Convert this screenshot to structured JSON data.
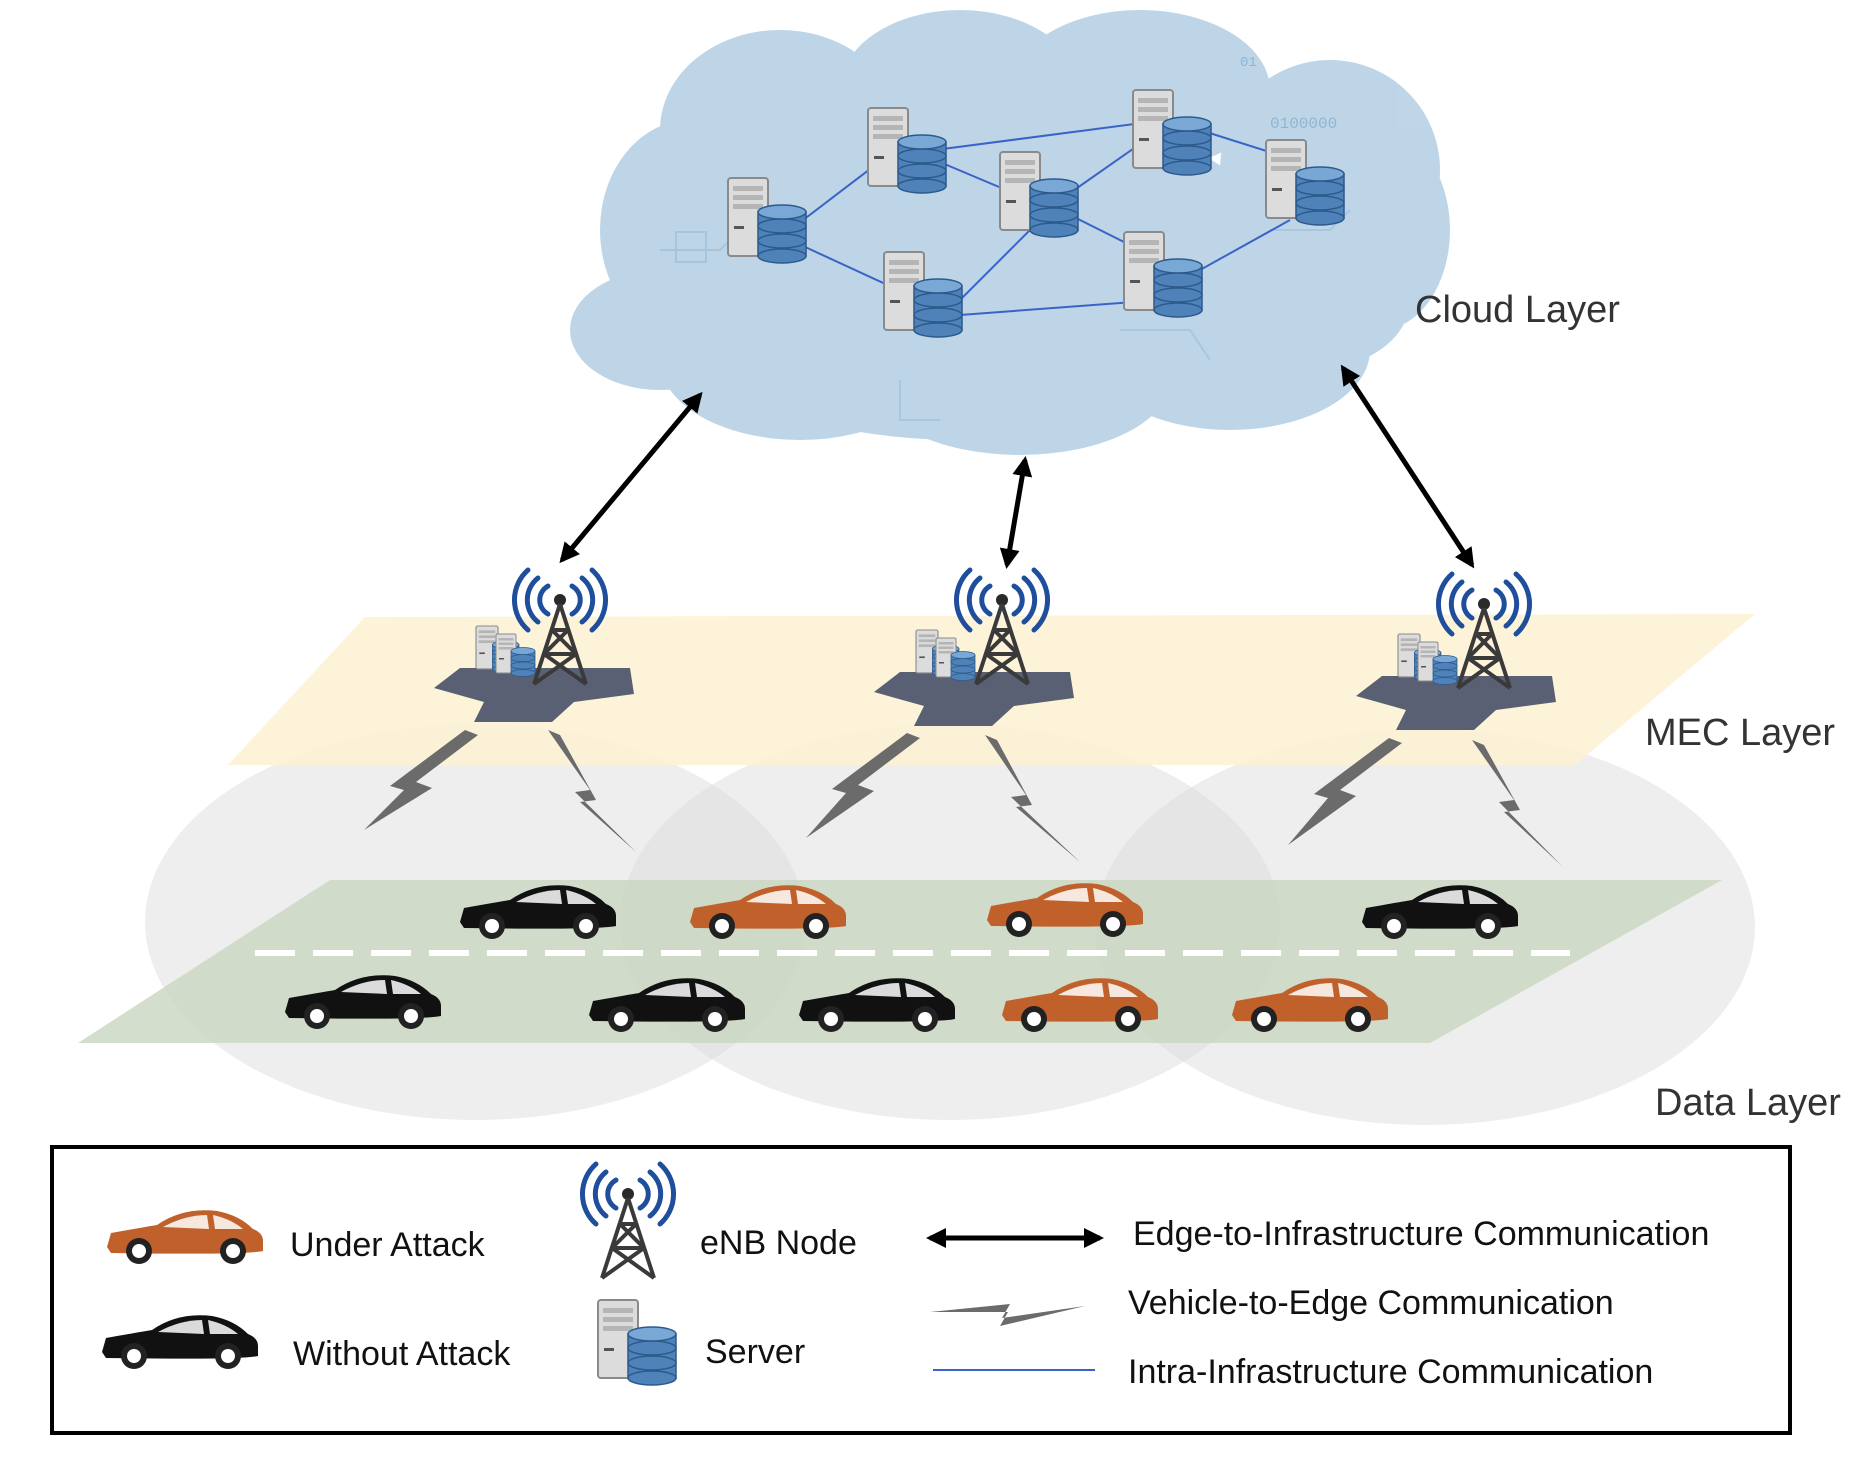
{
  "layers": {
    "cloud": "Cloud Layer",
    "mec": "MEC Layer",
    "data": "Data Layer"
  },
  "legend": {
    "under_attack": "Under Attack",
    "without_attack": "Without Attack",
    "enb_node": "eNB Node",
    "server": "Server",
    "edge_to_infra": "Edge-to-Infrastructure Communication",
    "vehicle_to_edge": "Vehicle-to-Edge Communication",
    "intra_infra": "Intra-Infrastructure Communication"
  },
  "cloud_decor": {
    "binary_1": "0100000",
    "binary_2": "01"
  },
  "colors": {
    "attacked_car": "#c0612b",
    "normal_car": "#111111",
    "cloud_fill": "#b9d2e6",
    "mec_plane": "#fdf1d2",
    "road": "#c9d6bf",
    "coverage": "#d9d9d9",
    "enb_signal": "#1f4e9c",
    "intra_link": "#3a63c8"
  }
}
